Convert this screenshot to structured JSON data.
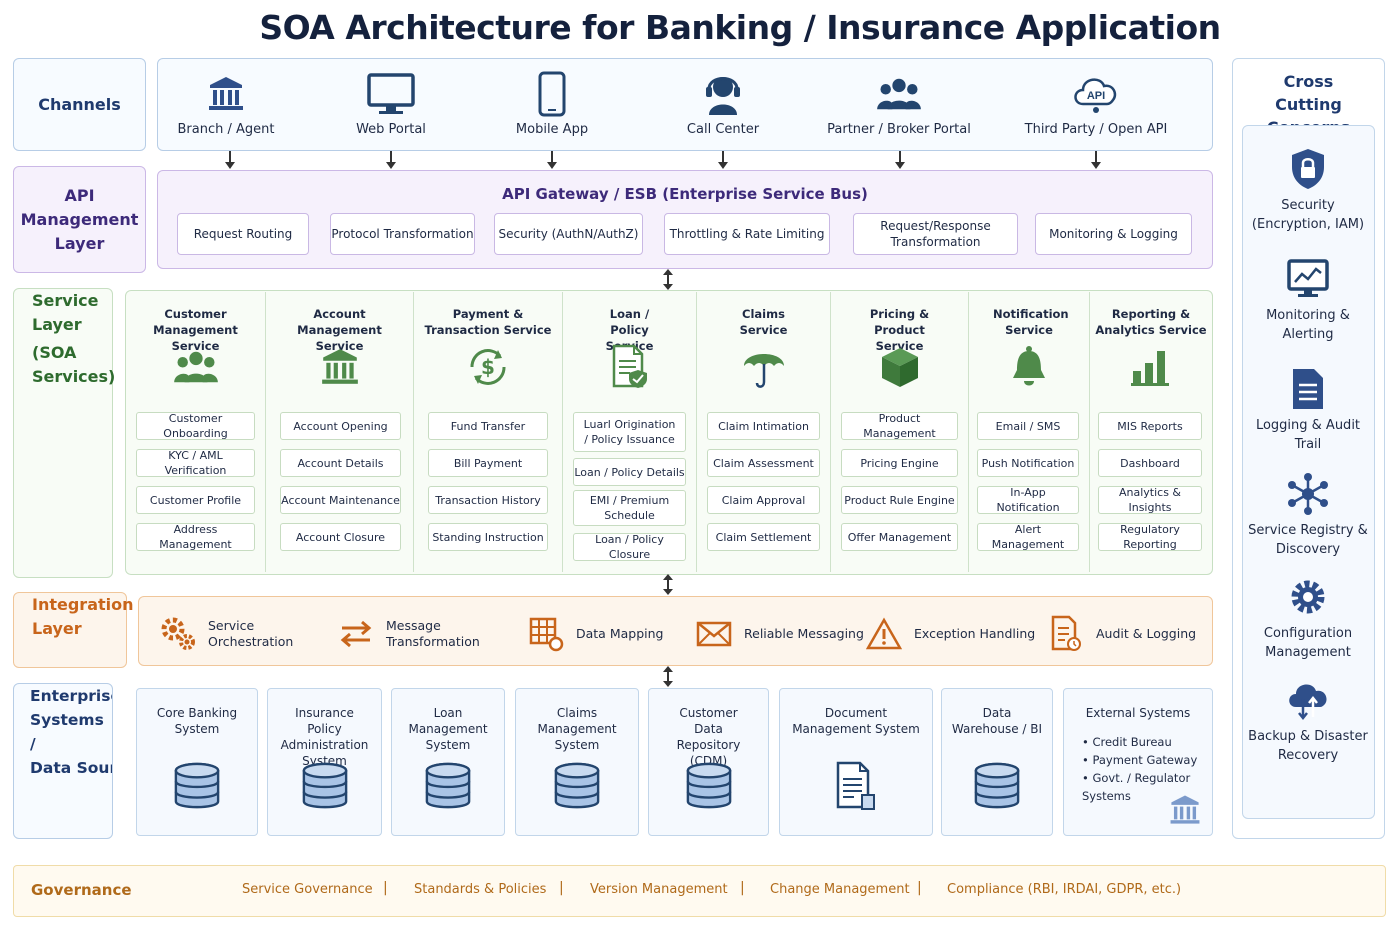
{
  "title": "SOA Architecture for Banking / Insurance Application",
  "colors": {
    "navy": "#1f3a6e",
    "purple": "#3d2a7a",
    "green": "#2e6b2e",
    "orange": "#c8651b",
    "gold": "#b06a1a"
  },
  "layers": {
    "channels": "Channels",
    "api": "API Management Layer",
    "api_lines": [
      "API",
      "Management",
      "Layer"
    ],
    "service_lines": [
      "Service",
      "Layer",
      "(SOA",
      "Services)"
    ],
    "integration_lines": [
      "Integration",
      "Layer"
    ],
    "enterprise_lines": [
      "Enterprise",
      "Systems /",
      "Data Sources"
    ]
  },
  "channels": [
    {
      "label": "Branch / Agent",
      "icon": "bank-building-icon"
    },
    {
      "label": "Web Portal",
      "icon": "monitor-icon"
    },
    {
      "label": "Mobile App",
      "icon": "mobile-phone-icon"
    },
    {
      "label": "Call Center",
      "icon": "headset-icon"
    },
    {
      "label": "Partner / Broker Portal",
      "icon": "people-group-icon"
    },
    {
      "label": "Third Party / Open API",
      "icon": "api-cloud-icon",
      "badge": "API"
    }
  ],
  "api_gateway": {
    "title": "API Gateway / ESB (Enterprise Service Bus)",
    "features": [
      "Request Routing",
      "Protocol Transformation",
      "Security (AuthN/AuthZ)",
      "Throttling & Rate Limiting",
      "Request/Response Transformation",
      "Monitoring & Logging"
    ]
  },
  "services": [
    {
      "title": "Customer Management Service",
      "icon": "people-group-icon",
      "items": [
        "Customer Onboarding",
        "KYC / AML Verification",
        "Customer Profile",
        "Address Management"
      ]
    },
    {
      "title": "Account Management Service",
      "icon": "bank-building-icon",
      "items": [
        "Account Opening",
        "Account Details",
        "Account Maintenance",
        "Account Closure"
      ]
    },
    {
      "title": "Payment & Transaction Service",
      "icon": "dollar-cycle-icon",
      "items": [
        "Fund Transfer",
        "Bill Payment",
        "Transaction History",
        "Standing Instruction"
      ]
    },
    {
      "title": "Loan / Policy Service",
      "icon": "document-shield-icon",
      "items": [
        "Luarl Origination / Policy Issuance",
        "Loan / Policy Details",
        "EMI / Premium Schedule",
        "Loan / Policy Closure"
      ]
    },
    {
      "title": "Claims Service",
      "icon": "umbrella-icon",
      "items": [
        "Claim Intimation",
        "Claim Assessment",
        "Claim Approval",
        "Claim Settlement"
      ]
    },
    {
      "title": "Pricing & Product Service",
      "icon": "product-box-icon",
      "items": [
        "Product Management",
        "Pricing Engine",
        "Product Rule Engine",
        "Offer Management"
      ]
    },
    {
      "title": "Notification Service",
      "icon": "bell-icon",
      "items": [
        "Email / SMS",
        "Push Notification",
        "In-App Notification",
        "Alert Management"
      ]
    },
    {
      "title": "Reporting & Analytics Service",
      "icon": "bar-chart-icon",
      "items": [
        "MIS Reports",
        "Dashboard",
        "Analytics & Insights",
        "Regulatory Reporting"
      ]
    }
  ],
  "integration": [
    {
      "label": "Service Orchestration",
      "icon": "gears-icon"
    },
    {
      "label": "Message Transformation",
      "icon": "swap-arrows-icon"
    },
    {
      "label": "Data Mapping",
      "icon": "grid-mapping-icon"
    },
    {
      "label": "Reliable Messaging",
      "icon": "envelope-icon"
    },
    {
      "label": "Exception Handling",
      "icon": "warning-icon"
    },
    {
      "label": "Audit & Logging",
      "icon": "audit-document-icon"
    }
  ],
  "enterprise": [
    {
      "title": "Core Banking System",
      "icon": "database-icon"
    },
    {
      "title": "Insurance Policy Administration System",
      "icon": "database-icon"
    },
    {
      "title": "Loan Management System",
      "icon": "database-icon"
    },
    {
      "title": "Claims Management System",
      "icon": "database-icon"
    },
    {
      "title": "Customer Data Repository (CDM)",
      "icon": "database-icon"
    },
    {
      "title": "Document Management System",
      "icon": "document-icon"
    },
    {
      "title": "Data Warehouse / BI",
      "icon": "database-icon"
    },
    {
      "title": "External Systems",
      "icon": "bank-building-icon",
      "items": [
        "Credit Bureau",
        "Payment Gateway",
        "Govt. / Regulator Systems"
      ]
    }
  ],
  "cross_cutting": {
    "title": "Cross Cutting Concerns",
    "items": [
      {
        "label": "Security (Encryption, IAM)",
        "icon": "shield-lock-icon"
      },
      {
        "label": "Monitoring & Alerting",
        "icon": "monitor-chart-icon"
      },
      {
        "label": "Logging & Audit Trail",
        "icon": "log-document-icon"
      },
      {
        "label": "Service Registry & Discovery",
        "icon": "network-hub-icon"
      },
      {
        "label": "Configuration Management",
        "icon": "gear-icon"
      },
      {
        "label": "Backup & Disaster Recovery",
        "icon": "cloud-backup-icon"
      }
    ]
  },
  "governance": {
    "title": "Governance",
    "items": [
      "Service Governance",
      "Standards & Policies",
      "Version Management",
      "Change Management",
      "Compliance (RBI, IRDAI, GDPR, etc.)"
    ]
  }
}
